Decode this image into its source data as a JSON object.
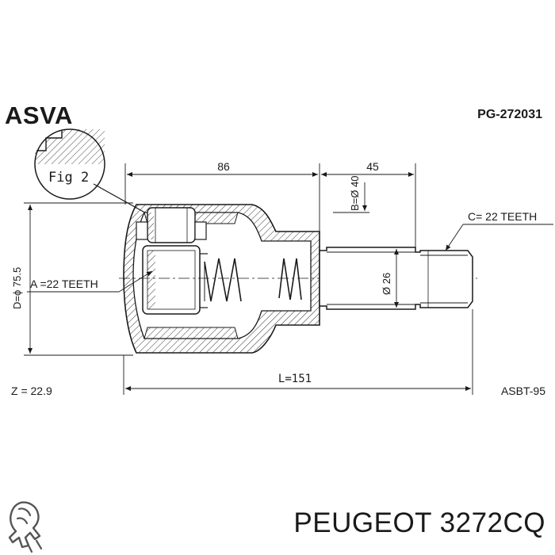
{
  "header": {
    "brand": "ASVA",
    "part_code": "PG-272031"
  },
  "figure": {
    "label": "Fig 2"
  },
  "dimensions": {
    "length_86": "86",
    "length_45": "45",
    "total_length": "L=151",
    "outer_diameter": "D=ϕ 75.5",
    "bearing_diameter": "B=Ø 40",
    "shaft_diameter": "Ø 26"
  },
  "splines": {
    "inner": "A =22 TEETH",
    "outer": "C= 22 TEETH"
  },
  "notes": {
    "z_value": "Z = 22.9",
    "model_code": "ASBT-95"
  },
  "footer": {
    "text": "PEUGEOT 3272CQ",
    "logo": "peugeot-lion-logo"
  },
  "colors": {
    "line": "#1a1a1a",
    "background": "#ffffff"
  }
}
